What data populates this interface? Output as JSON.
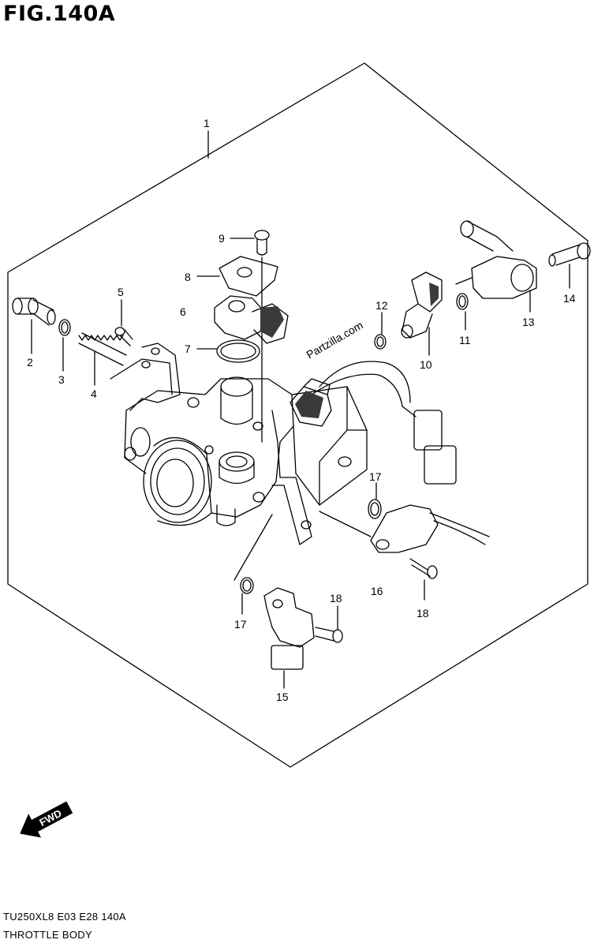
{
  "figure": {
    "title": "FIG.140A",
    "model_code": "TU250XL8  E03  E28  140A",
    "section_name": "THROTTLE BODY",
    "watermark": "Partzilla.com",
    "fwd_label": "FWD"
  },
  "callouts": [
    "1",
    "2",
    "3",
    "4",
    "5",
    "6",
    "7",
    "8",
    "9",
    "10",
    "11",
    "12",
    "13",
    "14",
    "15",
    "16",
    "17",
    "17",
    "18",
    "18"
  ],
  "colors": {
    "ink": "#000000",
    "paper": "#ffffff",
    "fill_dark": "#3a3a3a"
  }
}
